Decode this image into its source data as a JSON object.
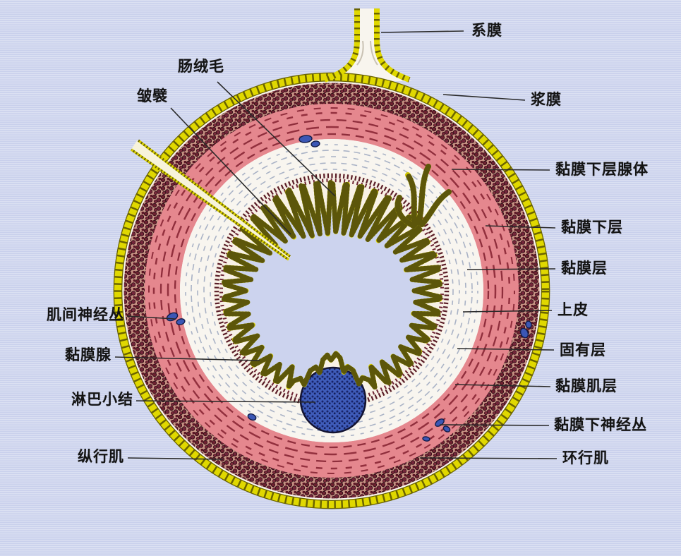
{
  "labels": {
    "mesentery": "系膜",
    "serosa": "浆膜",
    "submucosal_gland": "黏膜下层腺体",
    "submucosa": "黏膜下层",
    "mucosa_layer": "黏膜层",
    "epithelium": "上皮",
    "lamina_propria": "固有层",
    "muscularis_mucosae": "黏膜肌层",
    "submucosal_plexus": "黏膜下神经丛",
    "circular_muscle": "环行肌",
    "villi": "肠绒毛",
    "plica": "皱襞",
    "myenteric_plexus": "肌间神经丛",
    "mucosal_gland": "黏膜腺",
    "lymph_nodule": "淋巴小结",
    "longitudinal_muscle": "纵行肌"
  },
  "colors": {
    "background": "#cbd2ed",
    "serosa_yellow": "#e0d800",
    "longitudinal_muscle_maroon": "#6d2130",
    "circular_muscle_pink": "#e5878e",
    "submucosa_white": "#f8f5ef",
    "nerve_cell_blue": "#3b57b5",
    "epithelium_yellow": "#dcd400",
    "lumen_fill": "#ccd3ee",
    "label_text": "#141414",
    "leader_line": "#2a2a2a"
  }
}
